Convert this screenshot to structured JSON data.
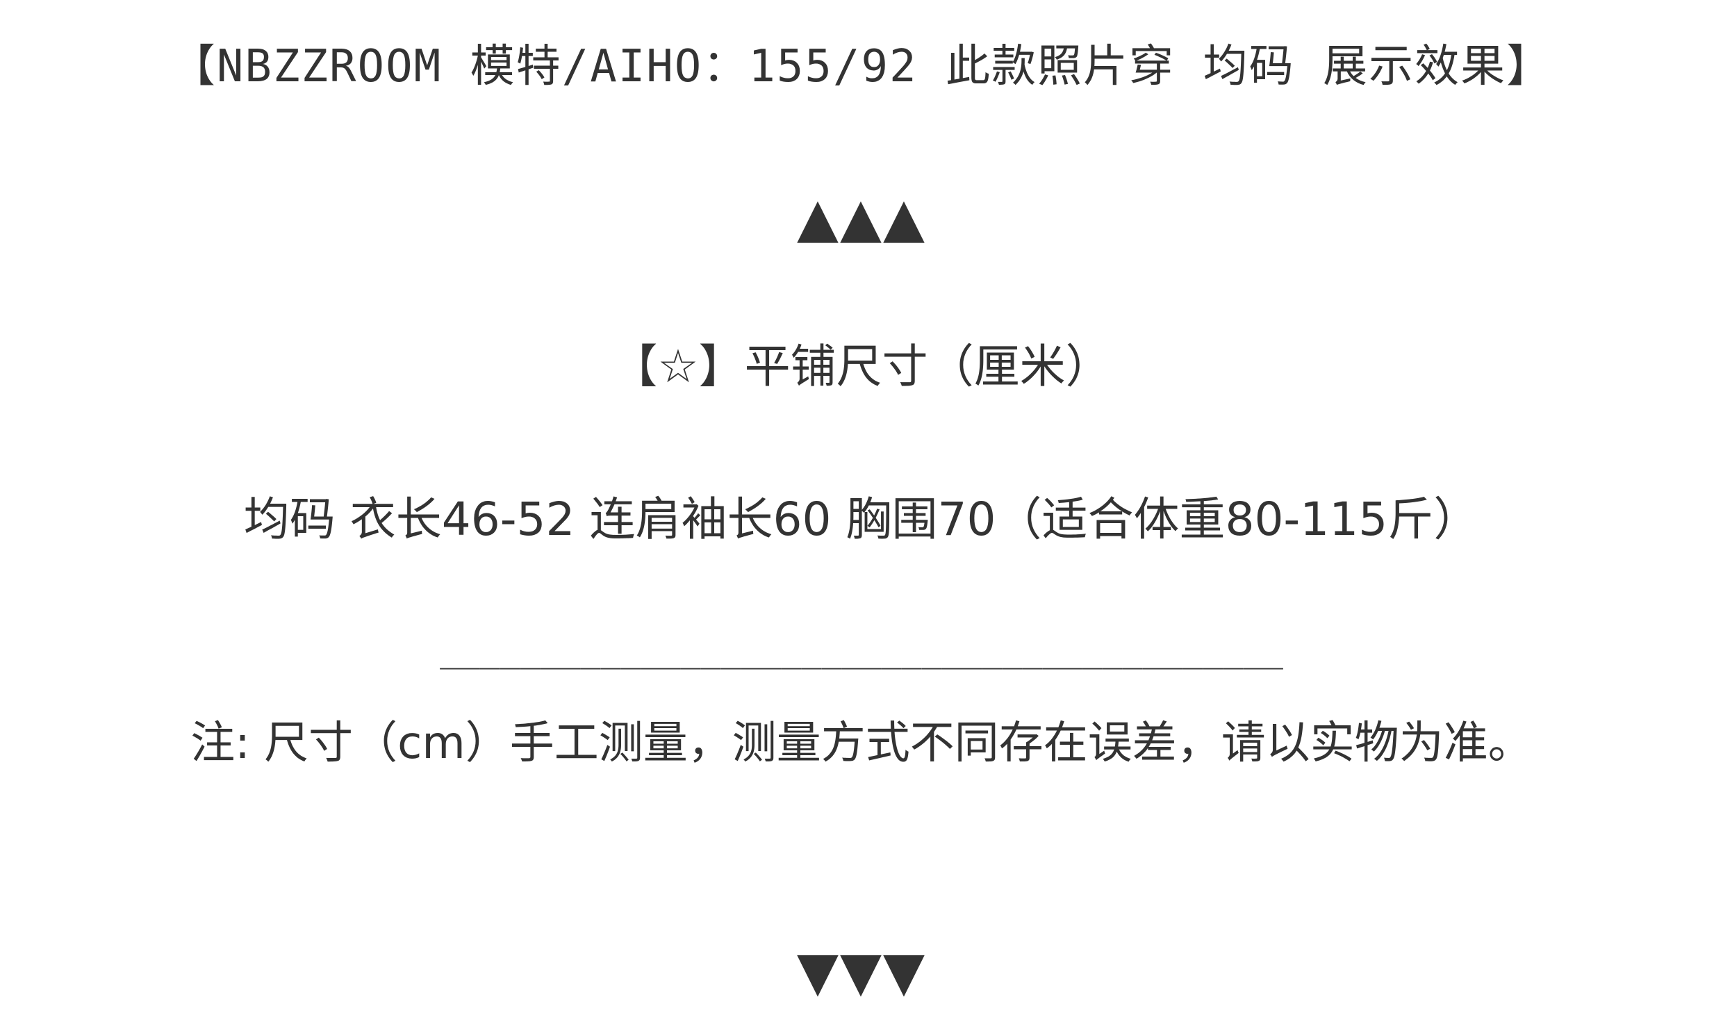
{
  "title": "【NBZZROOM 模特/AIHO：155/92 此款照片穿 均码 展示效果】",
  "arrows_up": "▲▲▲",
  "section_heading": "【☆】平铺尺寸（厘米）",
  "size_line": "均码 衣长46-52 连肩袖长60 胸围70（适合体重80-115斤）",
  "divider": "__________________________________________",
  "note": "注: 尺寸（cm）手工测量，测量方式不同存在误差，请以实物为准。",
  "arrows_down": "▼▼▼",
  "colors": {
    "text": "#333333",
    "background": "#ffffff"
  }
}
